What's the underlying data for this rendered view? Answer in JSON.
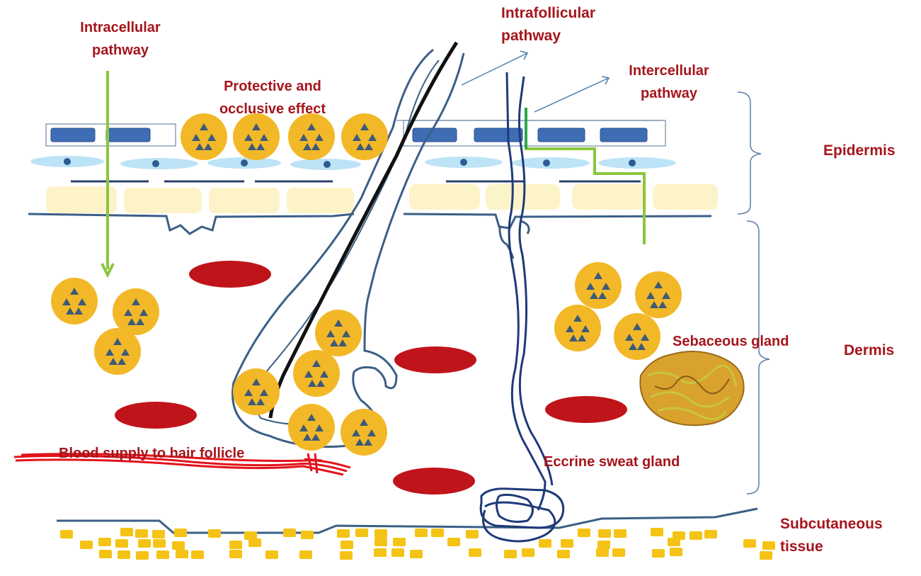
{
  "labels": {
    "intracellular": [
      "Intracellular",
      "pathway"
    ],
    "intrafollicular": [
      "Intrafollicular",
      "pathway"
    ],
    "intercellular": [
      "Intercellular",
      "pathway"
    ],
    "protective": [
      "Protective and",
      "occlusive effect"
    ],
    "epidermis": "Epidermis",
    "dermis": "Dermis",
    "sebaceous": "Sebaceous gland",
    "blood_supply": "Blood supply to hair follicle",
    "eccrine": "Eccrine sweat gland",
    "subcutaneous": [
      "Subcutaneous",
      "tissue"
    ]
  },
  "colors": {
    "label_text": "#a5151c",
    "particle_fill": "#f2b827",
    "particle_triangle": "#3d5a78",
    "blood_vessel": "#c0141b",
    "pathway_arrow": "#8cc63f",
    "skin_outline": "#3b5f86",
    "hair_shaft": "#111111",
    "sweat_duct": "#1e3a78",
    "corneocyte": "#3e6db5",
    "fat_cell": "#f4c315",
    "bracket": "#5a7ea8"
  }
}
